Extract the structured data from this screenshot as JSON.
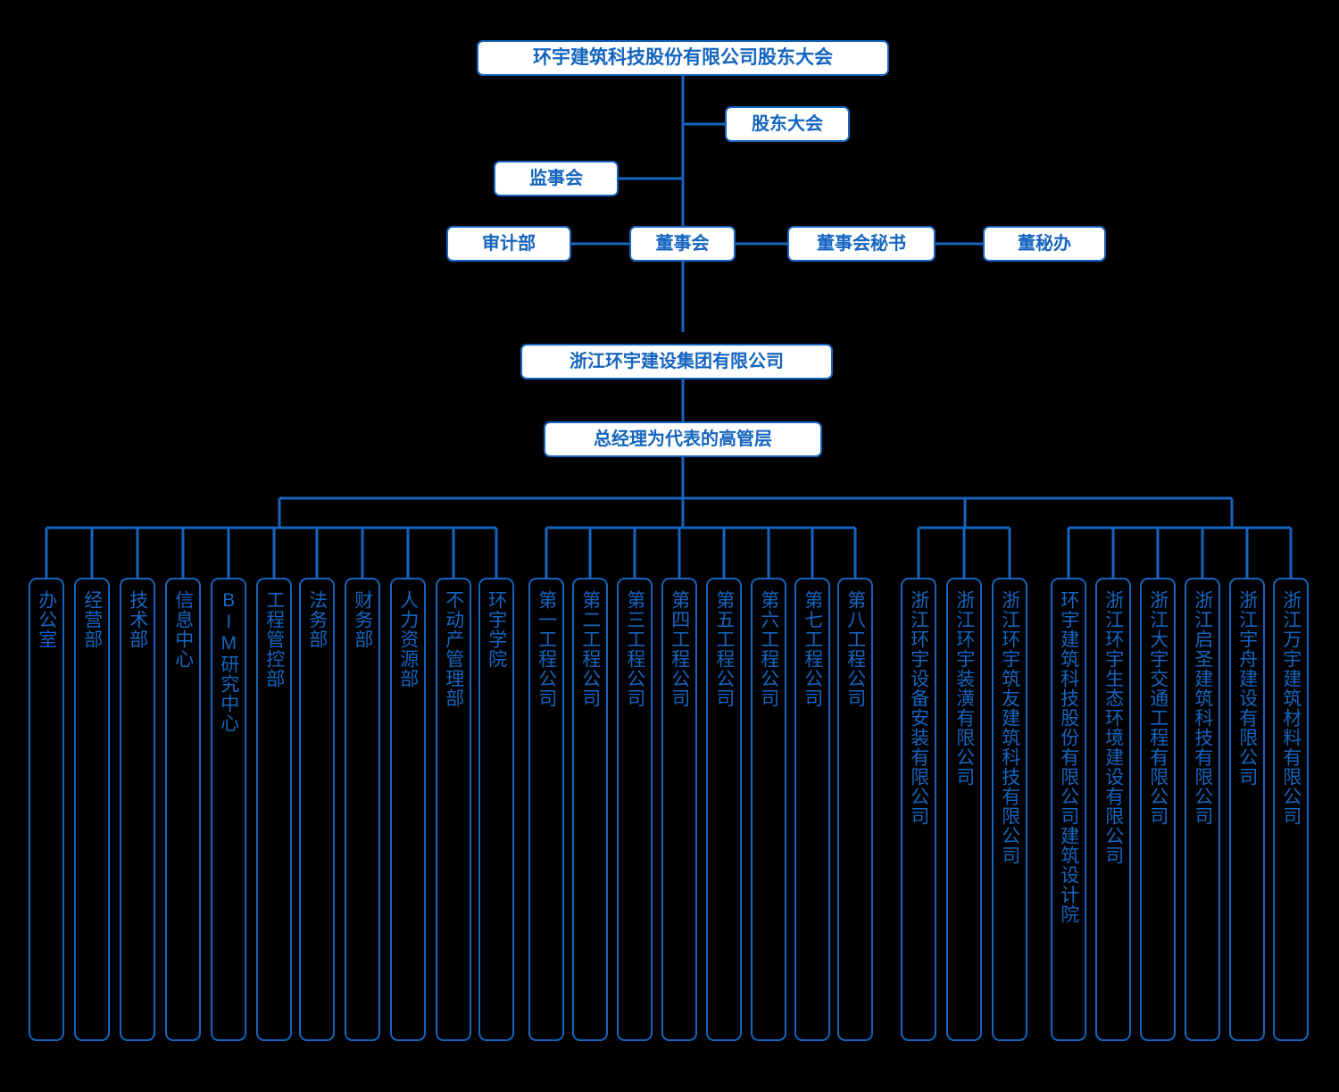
{
  "colors": {
    "line": "#1565C0",
    "box_fill": "#FFFFFF",
    "text": "#1565C0",
    "background": "#000000"
  },
  "chart_title": "",
  "top_nodes": {
    "root": "环宇建筑科技股份有限公司股东大会",
    "shareholders_meeting": "股东大会",
    "supervisory_board": "监事会",
    "audit_dept": "审计部",
    "board_of_directors": "董事会",
    "board_secretary": "董事会秘书",
    "board_secretary_office": "董秘办",
    "group_company": "浙江环宇建设集团有限公司",
    "executive_layer": "总经理为代表的高管层"
  },
  "groups": [
    {
      "name": "functional-departments",
      "leaves": [
        "办公室",
        "经营部",
        "技术部",
        "信息中心",
        "BIM研究中心",
        "工程管控部",
        "法务部",
        "财务部",
        "人力资源部",
        "不动产管理部",
        "环宇学院"
      ]
    },
    {
      "name": "engineering-companies",
      "leaves": [
        "第一工程公司",
        "第二工程公司",
        "第三工程公司",
        "第四工程公司",
        "第五工程公司",
        "第六工程公司",
        "第七工程公司",
        "第八工程公司"
      ]
    },
    {
      "name": "specialty-subsidiaries",
      "leaves": [
        "浙江环宇设备安装有限公司",
        "浙江环宇装潢有限公司",
        "浙江环宇筑友建筑科技有限公司"
      ]
    },
    {
      "name": "affiliated-subsidiaries",
      "leaves": [
        "环宇建筑科技股份有限公司建筑设计院",
        "浙江环宇生态环境建设有限公司",
        "浙江大宇交通工程有限公司",
        "浙江启圣建筑科技有限公司",
        "浙江宇舟建设有限公司",
        "浙江万宇建筑材料有限公司"
      ]
    }
  ]
}
